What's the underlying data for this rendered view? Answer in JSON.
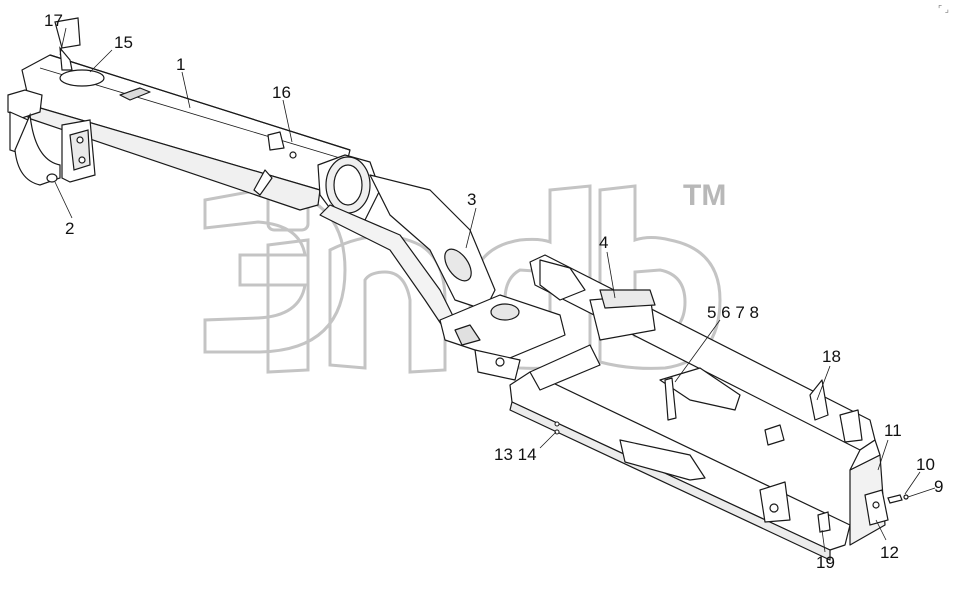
{
  "callouts": {
    "c1": "1",
    "c2": "2",
    "c3": "3",
    "c4": "4",
    "c5678": "5 6 7 8",
    "c9": "9",
    "c10": "10",
    "c11": "11",
    "c12": "12",
    "c1314": "13 14",
    "c15": "15",
    "c16": "16",
    "c17": "17",
    "c18": "18",
    "c19": "19"
  },
  "watermark": {
    "trademark": "TM"
  },
  "colors": {
    "line": "#1a1a1a",
    "watermark": "#c4c4c4",
    "fill": "#ffffff",
    "shade": "#e6e6e6"
  }
}
